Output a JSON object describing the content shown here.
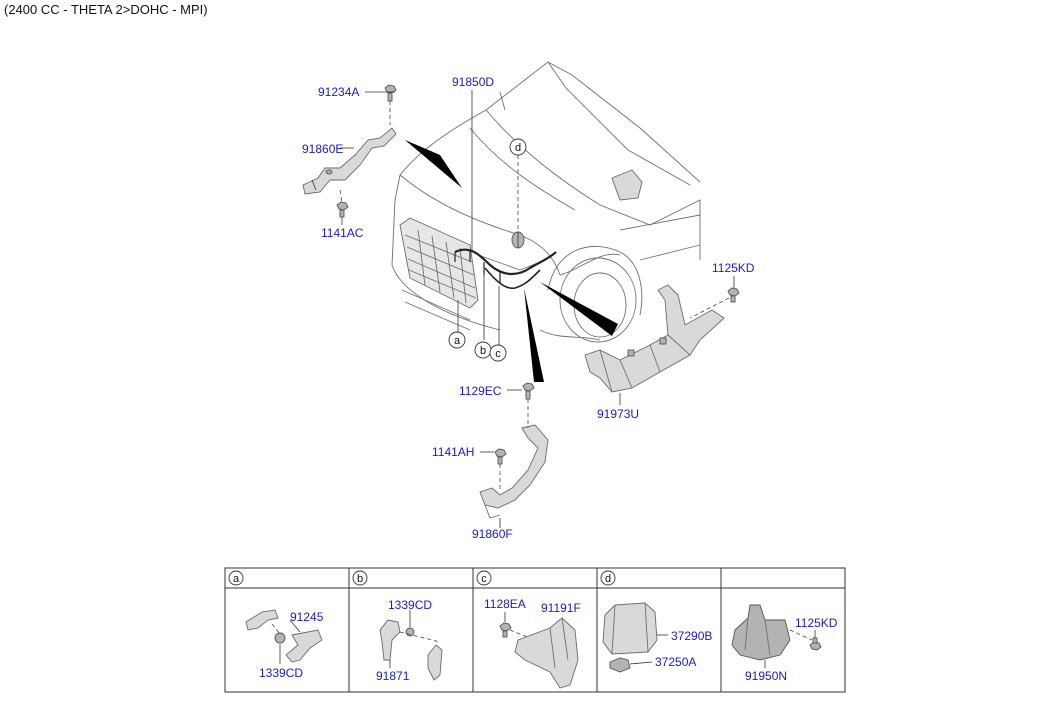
{
  "header": {
    "title": "(2400 CC - THETA 2>DOHC - MPI)"
  },
  "parts": {
    "p91234A": "91234A",
    "p91850D": "91850D",
    "p91860E": "91860E",
    "p1141AC": "1141AC",
    "p1125KD_top": "1125KD",
    "p91973U": "91973U",
    "p1129EC": "1129EC",
    "p1141AH": "1141AH",
    "p91860F": "91860F"
  },
  "callouts": {
    "a": "a",
    "b": "b",
    "c": "c",
    "d": "d"
  },
  "table": {
    "headers": [
      "a",
      "b",
      "c",
      "d",
      ""
    ],
    "cell_a": {
      "p1": "91245",
      "p2": "1339CD"
    },
    "cell_b": {
      "p1": "1339CD",
      "p2": "91871"
    },
    "cell_c": {
      "p1": "1128EA",
      "p2": "91191F"
    },
    "cell_d": {
      "p1": "37290B",
      "p2": "37250A"
    },
    "cell_e": {
      "p1": "1125KD",
      "p2": "91950N"
    }
  }
}
